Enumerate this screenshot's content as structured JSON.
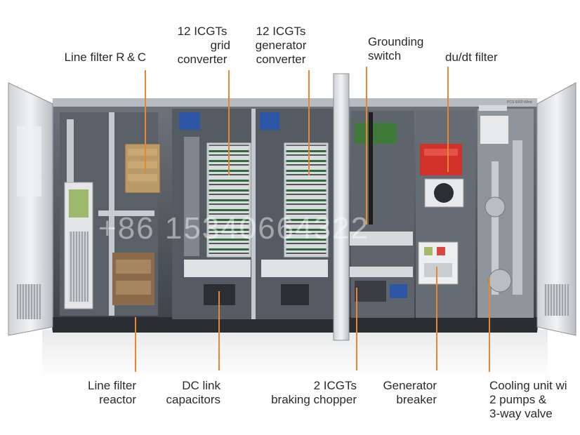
{
  "labels": {
    "line_filter_rc": [
      "Line filter R & C"
    ],
    "grid_converter": [
      "12 ICGTs",
      "grid",
      "converter"
    ],
    "generator_converter": [
      "12 ICGTs",
      "generator",
      "converter"
    ],
    "grounding_switch": [
      "Grounding",
      "switch"
    ],
    "dudt_filter": [
      "du/dt filter"
    ],
    "line_filter_reactor": [
      "Line filter",
      "reactor"
    ],
    "dc_link_capacitors": [
      "DC link",
      "capacitors"
    ],
    "braking_chopper": [
      "2 ICGTs",
      "braking chopper"
    ],
    "generator_breaker": [
      "Generator",
      "breaker"
    ],
    "cooling_unit": [
      "Cooling unit wi",
      "2 pumps &",
      "3-way valve"
    ]
  },
  "cabinet_badge": "PCS 6000 Wind",
  "watermark": "+86 15340664322",
  "colors": {
    "leader": "#e8872f",
    "text": "#2a2a2a",
    "cabinet_frame": "#9aa0a6",
    "cabinet_dark": "#3c4046",
    "red_component": "#d0322a",
    "blue_component": "#2d56a6"
  }
}
